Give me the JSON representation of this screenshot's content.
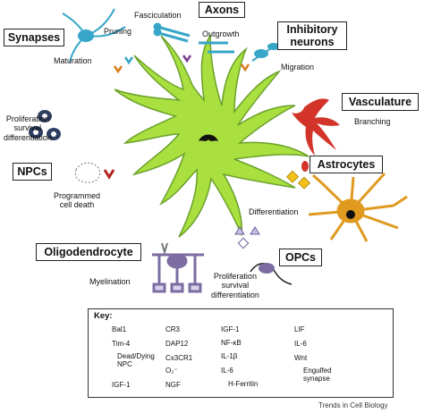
{
  "boxes": {
    "axons": "Axons",
    "synapses": "Synapses",
    "inhibitory_neurons": "Inhibitory\nneurons",
    "vasculature": "Vasculature",
    "astrocytes": "Astrocytes",
    "npcs": "NPCs",
    "oligodendrocyte": "Oligodendrocyte",
    "opcs": "OPCs"
  },
  "labels": {
    "fasciculation": "Fasciculation",
    "pruning": "Pruning",
    "outgrowth": "Outgrowth",
    "maturation": "Maturation",
    "migration": "Migration",
    "branching": "Branching",
    "npc_process": "Proliferation\nsurvival\ndifferentiation",
    "programmed_death": "Programmed\ncell death",
    "differentiation": "Differentiation",
    "myelination": "Myelination",
    "opc_process": "Proliferation\nsurvival\ndifferentiation"
  },
  "key": {
    "title": "Key:",
    "items": {
      "bai1": "Bal1",
      "tim4": "Tim-4",
      "dead_npc": "Dead/Dying\nNPC",
      "igf1_col1": "IGF-1",
      "cr3": "CR3",
      "dap12": "DAP12",
      "cx3cr1": "Cx3CR1",
      "o2": "O₂⁻",
      "ngf": "NGF",
      "igf1_col3": "IGF-1",
      "nfkb": "NF-κB",
      "il1b": "IL-1β",
      "il6_col3": "IL-6",
      "hferritin": "H-Ferritin",
      "lif": "LIF",
      "il6_col4": "IL-6",
      "wnt": "Wnt",
      "engulfed": "Engulfed\nsynapse"
    }
  },
  "credit": "Trends in Cell Biology",
  "colors": {
    "microglia": "#a9df3f",
    "microglia_stroke": "#6aa12a",
    "vasculature": "#d2342a",
    "astrocyte": "#e09a1f",
    "opc": "#7b6da2",
    "neuron": "#37a6c8"
  }
}
